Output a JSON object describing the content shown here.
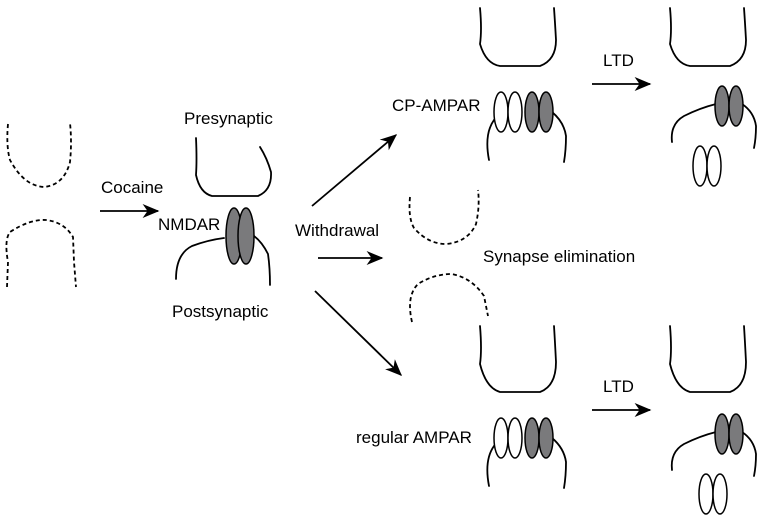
{
  "labels": {
    "cocaine": "Cocaine",
    "presynaptic": "Presynaptic",
    "nmdar": "NMDAR",
    "postsynaptic": "Postsynaptic",
    "withdrawal": "Withdrawal",
    "cp_ampar": "CP-AMPAR",
    "synapse_elimination": "Synapse elimination",
    "regular_ampar": "regular AMPAR",
    "ltd_top": "LTD",
    "ltd_bottom": "LTD"
  },
  "colors": {
    "receptor_grey": "#7a7a7c",
    "receptor_white": "#ffffff",
    "stroke": "#000000"
  }
}
